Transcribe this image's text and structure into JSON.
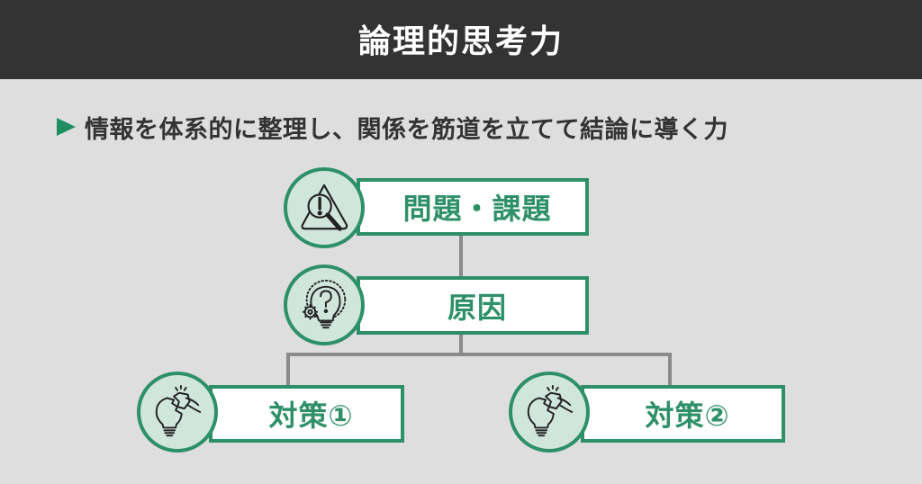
{
  "header": {
    "title": "論理的思考力"
  },
  "subtitle": {
    "bullet_icon": "triangle-right-icon",
    "text": "情報を体系的に整理し、関係を筋道を立てて結論に導く力"
  },
  "colors": {
    "header_bg": "#333333",
    "page_bg": "#dedede",
    "accent_green": "#2e9068",
    "bullet_green": "#1f8f62",
    "circle_fill": "#d0e6dc",
    "connector_gray": "#8a8a8a"
  },
  "diagram": {
    "nodes": [
      {
        "id": "problem",
        "label": "問題・課題",
        "icon": "warning-magnifier-icon"
      },
      {
        "id": "cause",
        "label": "原因",
        "icon": "lightbulb-question-gear-icon"
      },
      {
        "id": "measure1",
        "label": "対策①",
        "icon": "lightbulb-puzzle-hand-icon"
      },
      {
        "id": "measure2",
        "label": "対策②",
        "icon": "lightbulb-puzzle-hand-icon"
      }
    ],
    "edges": [
      {
        "from": "problem",
        "to": "cause"
      },
      {
        "from": "cause",
        "to": "measure1"
      },
      {
        "from": "cause",
        "to": "measure2"
      }
    ]
  }
}
